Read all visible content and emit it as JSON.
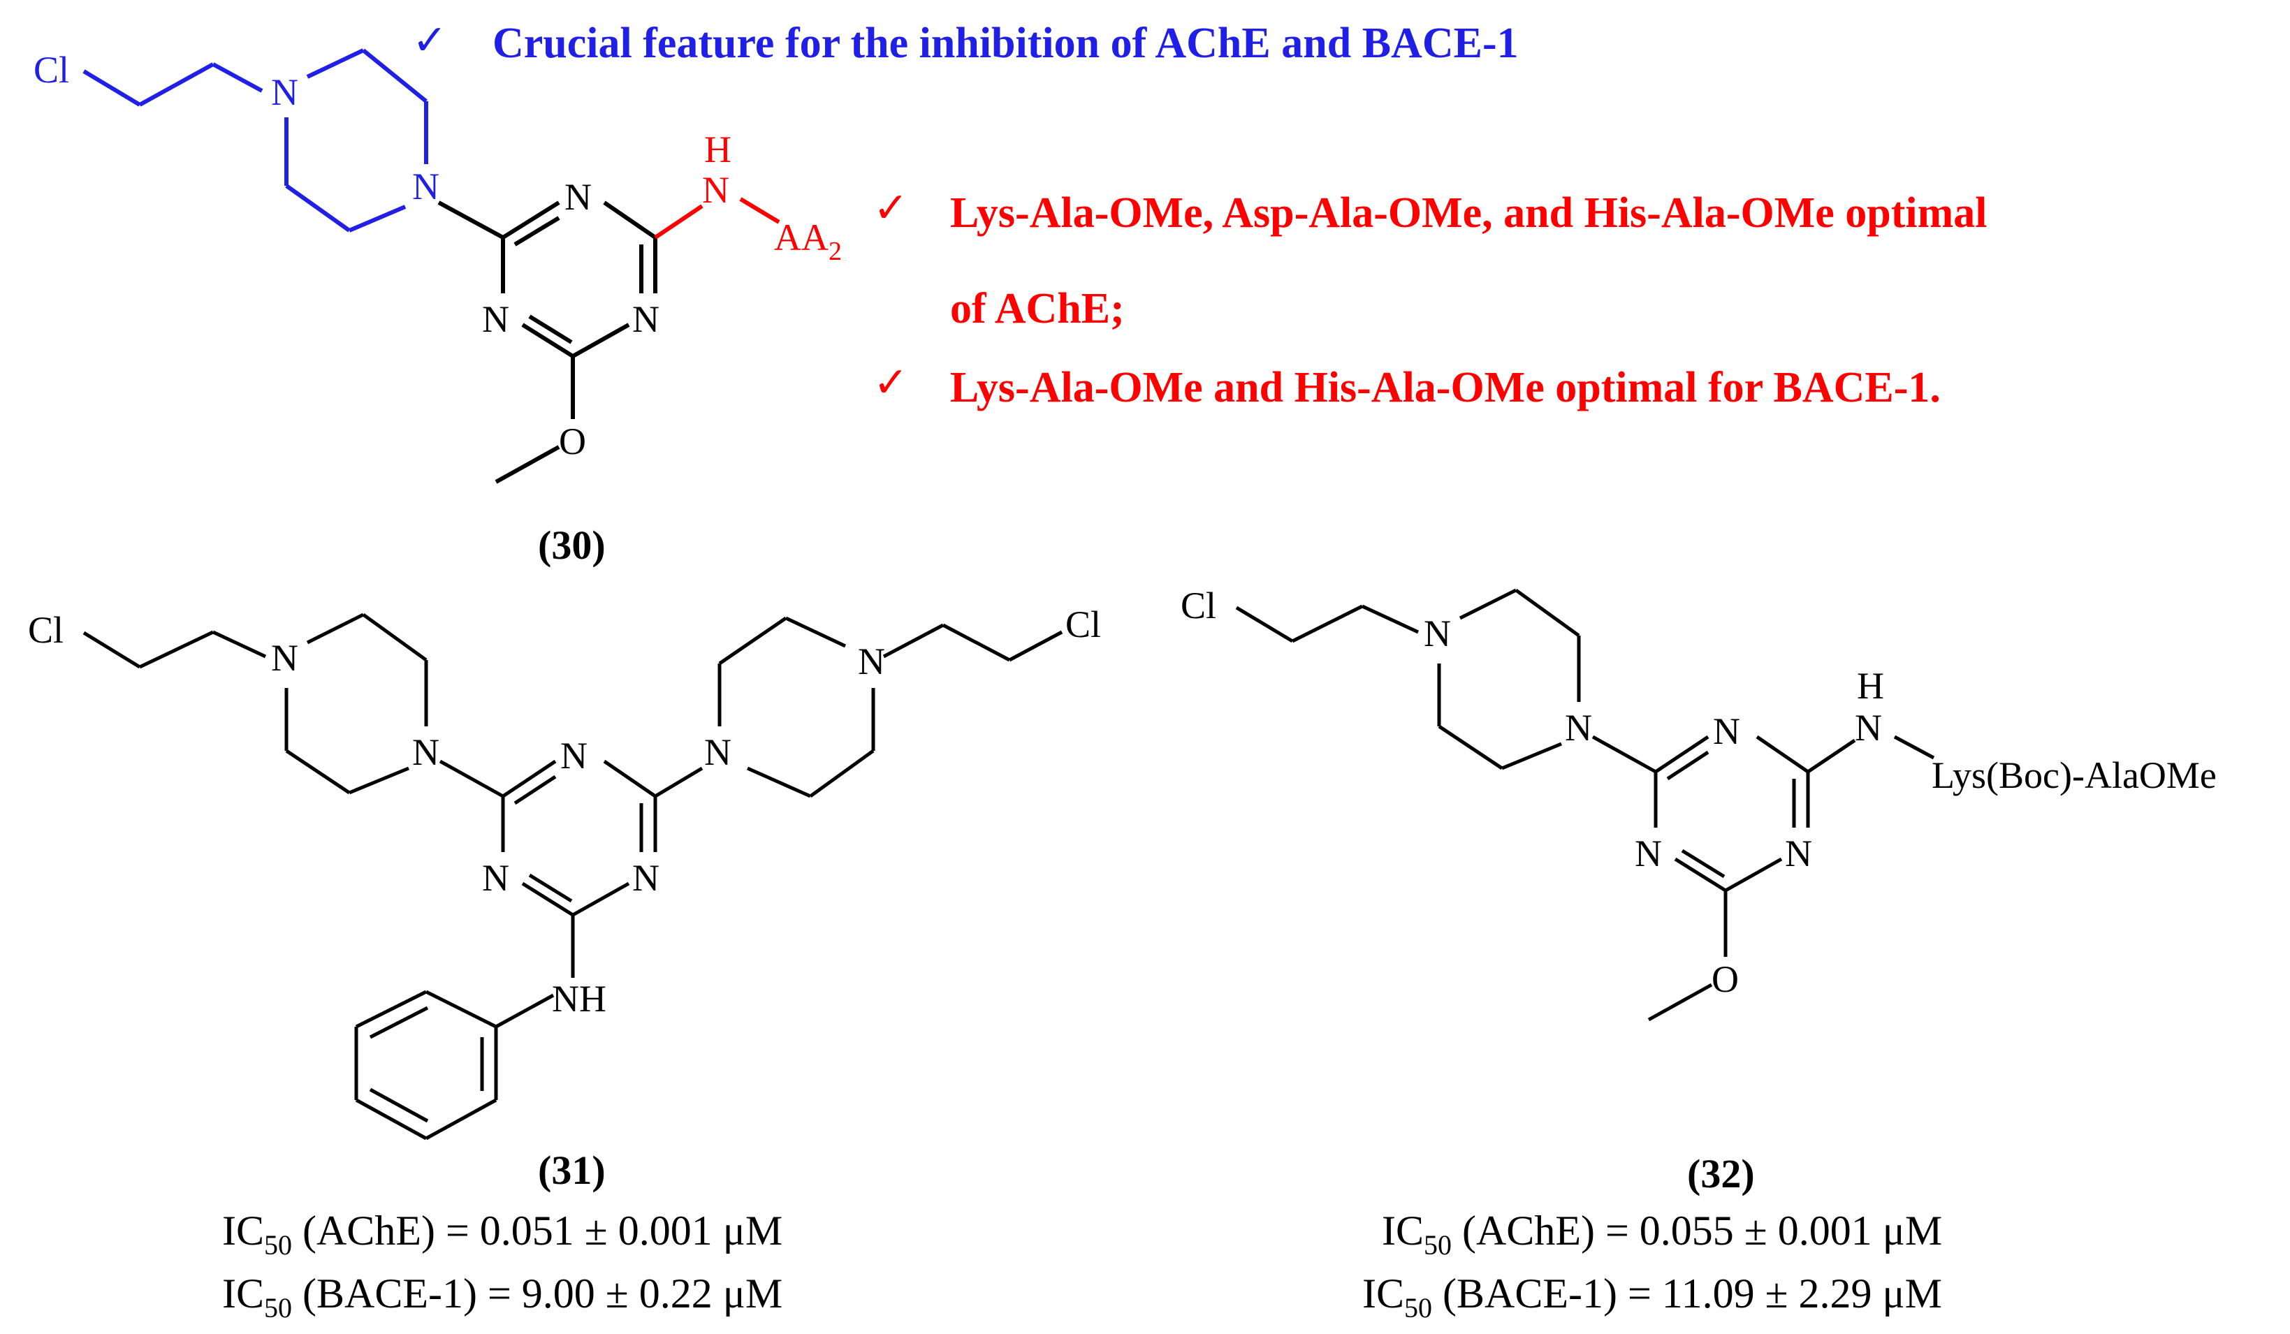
{
  "colors": {
    "blue": "#1f1fe6",
    "red": "#ff0000",
    "black": "#000000"
  },
  "icons": {
    "check": "checkmark-icon"
  },
  "notes": {
    "check_mark": "✓",
    "blue_feature": "Crucial feature for the inhibition  of AChE and BACE-1",
    "red_line1": "Lys-Ala-OMe,  Asp-Ala-OMe,  and  His-Ala-OMe  optimal",
    "red_line2": "of AChE;",
    "red_line3": "Lys-Ala-OMe and His-Ala-OMe optimal for BACE-1."
  },
  "atoms": {
    "cl": "Cl",
    "n": "N",
    "h": "H",
    "o": "O",
    "nh": "NH",
    "aa": "AA",
    "aa_sub": "2",
    "lys_chain": "Lys(Boc)-AlaOMe"
  },
  "compounds": [
    {
      "label": "(30)"
    },
    {
      "label": "(31)",
      "ic50_prefix": "IC",
      "ic50_sub": "50",
      "ache_value": " (AChE) = 0.051 ± 0.001 μM",
      "bace_value": " (BACE-1) = 9.00 ± 0.22 μM"
    },
    {
      "label": "(32)",
      "ic50_prefix": "IC",
      "ic50_sub": "50",
      "ache_value": " (AChE) = 0.055 ± 0.001 μM",
      "bace_value": " (BACE-1) = 11.09 ± 2.29 μM"
    }
  ]
}
